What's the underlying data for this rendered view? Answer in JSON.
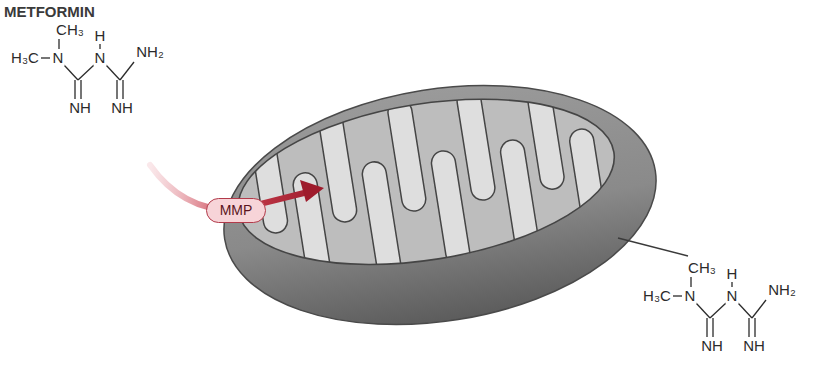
{
  "diagram": {
    "title": "METFORMIN",
    "nodes": [
      {
        "text": [
          "MMP"
        ]
      }
    ],
    "labels": [
      "CH₃",
      "H₃C",
      "N",
      "H",
      "N",
      "NH₂",
      "NH",
      "NH",
      "CH₃",
      "H₃C",
      "N",
      "H",
      "N",
      "NH₂",
      "NH",
      "NH"
    ]
  }
}
